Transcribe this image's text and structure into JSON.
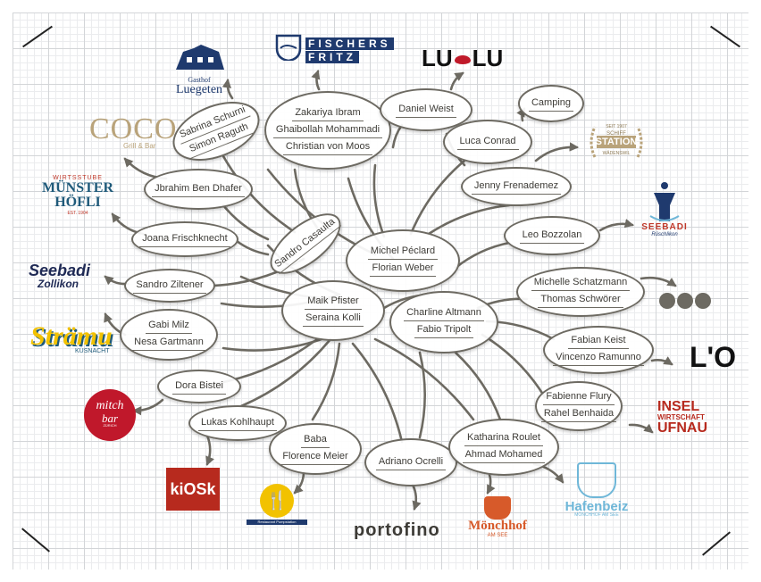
{
  "colors": {
    "stroke": "#6d6a62",
    "navy": "#1f3a6e",
    "red": "#b72a1e",
    "teal": "#1f5a7a",
    "gold": "#b9a37a",
    "light_blue": "#6fb7d8"
  },
  "nodes": [
    {
      "id": "sabrina",
      "names": [
        "Sabrina Schurni",
        "Simon Raguth"
      ]
    },
    {
      "id": "zakariya",
      "names": [
        "Zakariya Ibram",
        "Ghaibollah Mohammadi",
        "Christian von Moos"
      ]
    },
    {
      "id": "daniel",
      "names": [
        "Daniel Weist"
      ]
    },
    {
      "id": "luca",
      "names": [
        "Luca Conrad"
      ]
    },
    {
      "id": "camping",
      "names": [
        "Camping"
      ]
    },
    {
      "id": "jenny",
      "names": [
        "Jenny Frenademez"
      ]
    },
    {
      "id": "jbrahim",
      "names": [
        "Jbrahim Ben Dhafer"
      ]
    },
    {
      "id": "joana",
      "names": [
        "Joana Frischknecht"
      ]
    },
    {
      "id": "sandrocas",
      "names": [
        "Sandro Casaulta"
      ]
    },
    {
      "id": "michel",
      "names": [
        "Michel Péclard",
        "Florian Weber"
      ]
    },
    {
      "id": "leo",
      "names": [
        "Leo Bozzolan"
      ]
    },
    {
      "id": "sandrozil",
      "names": [
        "Sandro Ziltener"
      ]
    },
    {
      "id": "maik",
      "names": [
        "Maik Pfister",
        "Seraina Kolli"
      ]
    },
    {
      "id": "charline",
      "names": [
        "Charline Altmann",
        "Fabio Tripolt"
      ]
    },
    {
      "id": "michelle",
      "names": [
        "Michelle Schatzmann",
        "Thomas Schwörer"
      ]
    },
    {
      "id": "gabi",
      "names": [
        "Gabi Milz",
        "Nesa Gartmann"
      ]
    },
    {
      "id": "fabian",
      "names": [
        "Fabian Keist",
        "Vincenzo Ramunno"
      ]
    },
    {
      "id": "dora",
      "names": [
        "Dora Bistei"
      ]
    },
    {
      "id": "fabienne",
      "names": [
        "Fabienne Flury",
        "Rahel Benhaida"
      ]
    },
    {
      "id": "lukas",
      "names": [
        "Lukas Kohlhaupt"
      ]
    },
    {
      "id": "baba",
      "names": [
        "Baba",
        "Florence Meier"
      ]
    },
    {
      "id": "adriano",
      "names": [
        "Adriano Ocrelli"
      ]
    },
    {
      "id": "katharina",
      "names": [
        "Katharina Roulet",
        "Ahmad Mohamed"
      ]
    }
  ],
  "logos": {
    "luegeten": {
      "small": "Gasthof",
      "name": "Luegeten"
    },
    "fischers": {
      "line1": "FISCHERS",
      "line2": "FRITZ"
    },
    "lulu": {
      "left": "LU",
      "right": "LU"
    },
    "coco": {
      "name": "COCO",
      "sub": "Grill & Bar"
    },
    "schiff": {
      "top": "SEIT 1907",
      "name": "SCHIFF",
      "name2": "STATION",
      "bottom": "WÄDENSWIL"
    },
    "munster": {
      "top": "WIRTSSTUBE",
      "line1": "MÜNSTER",
      "line2": "HÖFLI",
      "sub": "EST. 1904"
    },
    "seebadi_right": {
      "name": "SEEBADI",
      "sub": "Rüschlikon"
    },
    "seebadi_left": {
      "line1": "Seebadi",
      "line2": "Zollikon"
    },
    "strandbad": {
      "name": "Strämu",
      "sub": "KÜSNACHT"
    },
    "lo": {
      "name": "L'O"
    },
    "mitchbar": {
      "line1": "mitch",
      "line2": "bar",
      "sub": "ZÜRICH"
    },
    "insel": {
      "line1": "INSEL",
      "line2": "WIRTSCHAFT",
      "line3": "UFNAU"
    },
    "kiosk": {
      "name": "kiOSk"
    },
    "restaurant": {
      "name": "Restaurant Pumpstation"
    },
    "portofino": {
      "name": "portofino"
    },
    "monchhof": {
      "name": "Mönchhof",
      "sub": "AM SEE"
    },
    "hafenbeiz": {
      "name": "Hafenbeiz",
      "sub": "MÖNCHHOF AM SEE"
    }
  }
}
